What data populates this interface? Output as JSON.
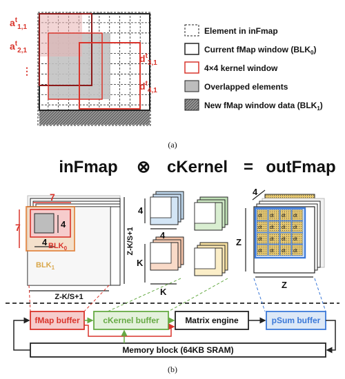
{
  "panel_a": {
    "labels": {
      "a11": {
        "base": "a",
        "sup": "t",
        "sub": "1,1"
      },
      "a21": {
        "base": "a",
        "sup": "t",
        "sub": "2,1"
      },
      "dots": "⋮",
      "d31": {
        "base": "d",
        "sup": "t",
        "sub": "3,1"
      },
      "d41": {
        "base": "d",
        "sup": "t",
        "sub": "4,1"
      }
    },
    "legend": [
      {
        "text": "Element in inFmap"
      },
      {
        "text": "Current fMap window (BLK",
        "sub": "0",
        "tail": ")"
      },
      {
        "text": "4×4 kernel window"
      },
      {
        "text": "Overlapped elements"
      },
      {
        "text": "New fMap window data (BLK",
        "sub": "1",
        "tail": ")"
      }
    ],
    "caption": "(a)"
  },
  "panel_b": {
    "equation": {
      "left": "inFmap",
      "op1": "⊗",
      "mid": "cKernel",
      "op2": "=",
      "right": "outFmap"
    },
    "infmap": {
      "label_7_top": "7",
      "label_7_left": "7",
      "label_4_right": "4",
      "label_4_bottom": "4",
      "blk0": {
        "base": "BLK",
        "sub": "0"
      },
      "blk1": {
        "base": "BLK",
        "sub": "1"
      },
      "dim_side": "Z-K/S+1",
      "dim_bottom": "Z-K/S+1"
    },
    "ckernel": {
      "label_4_left": "4",
      "label_4_bottom": "4",
      "label_k_left": "K",
      "label_k_bottom": "K"
    },
    "outfmap": {
      "label_4": "4",
      "label_z_left": "Z",
      "label_z_bottom": "Z",
      "cell_base": "d",
      "cell_sup": "t",
      "cell_sub": "i,j"
    },
    "blocks": {
      "fmap_buffer": "fMap buffer",
      "ckernel_buffer": "cKernel buffer",
      "matrix_engine": "Matrix engine",
      "psum_buffer": "pSum buffer",
      "memory_block": "Memory block (64KB SRAM)"
    },
    "caption": "(b)"
  },
  "colors": {
    "red": "#d9342b",
    "orange": "#e0762a",
    "gold": "#d9a74a",
    "green": "#66aa44",
    "blue": "#3a78d8",
    "gray": "#c8c8c8",
    "dark": "#222222"
  }
}
